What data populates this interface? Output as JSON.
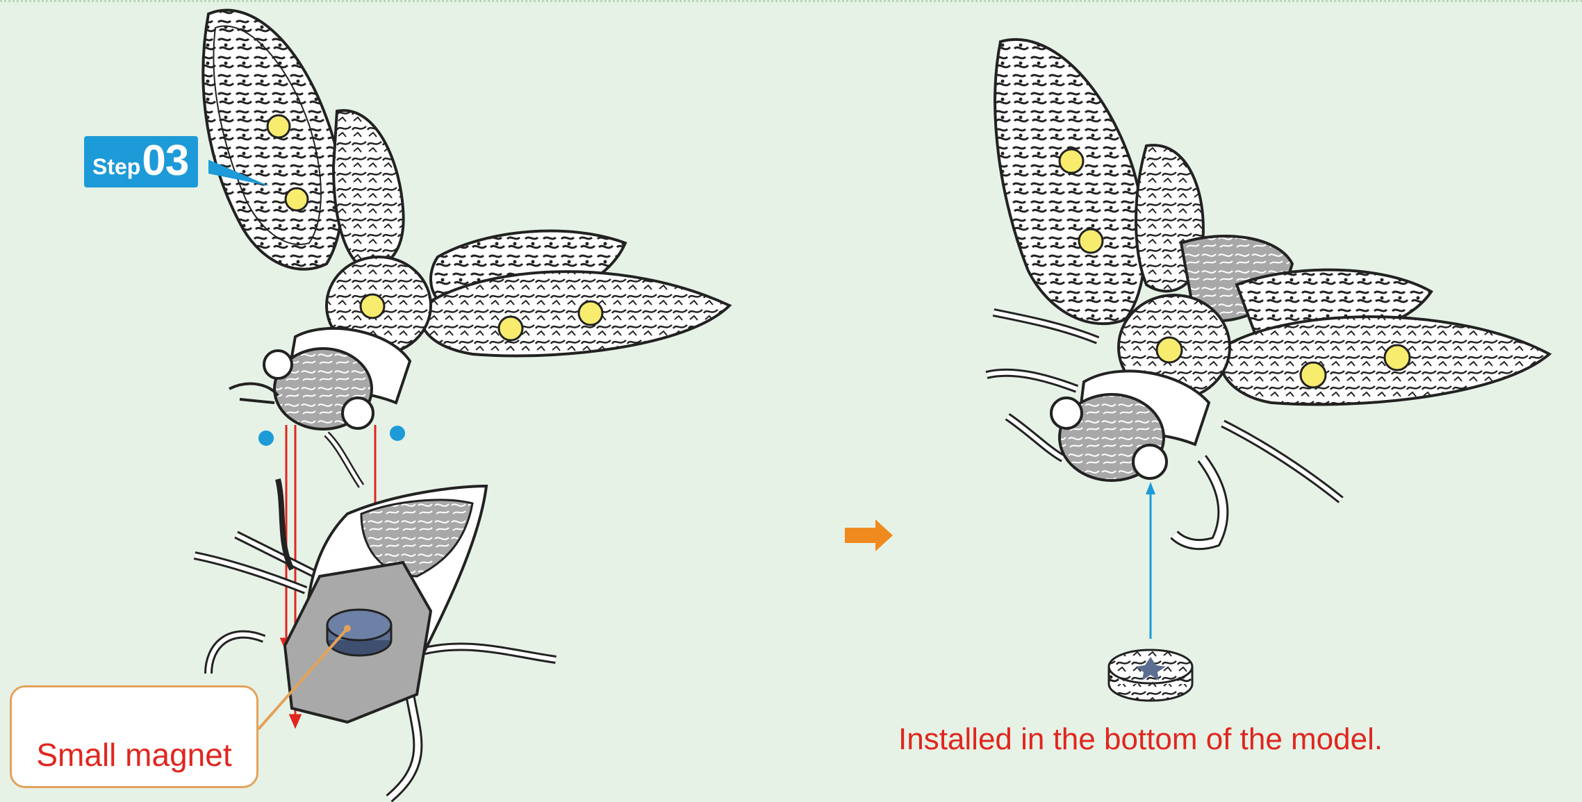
{
  "step": {
    "word": "Step",
    "number": "03"
  },
  "callout": {
    "label": "Small magnet"
  },
  "caption": "Installed in the bottom of the model.",
  "colors": {
    "background": "#e6f2e6",
    "badge": "#1d9ad8",
    "callout_border": "#e3a25a",
    "label_text": "#e0261f",
    "arrow": "#f08a1e",
    "guide_line": "#e0261f",
    "blue_guide": "#1d9ad8",
    "magnet": "#5c6f93",
    "body_gray": "#a9a9a9",
    "eye_yellow": "#f7ec6e"
  },
  "icons": [
    "next-arrow-icon",
    "magnet-icon"
  ]
}
